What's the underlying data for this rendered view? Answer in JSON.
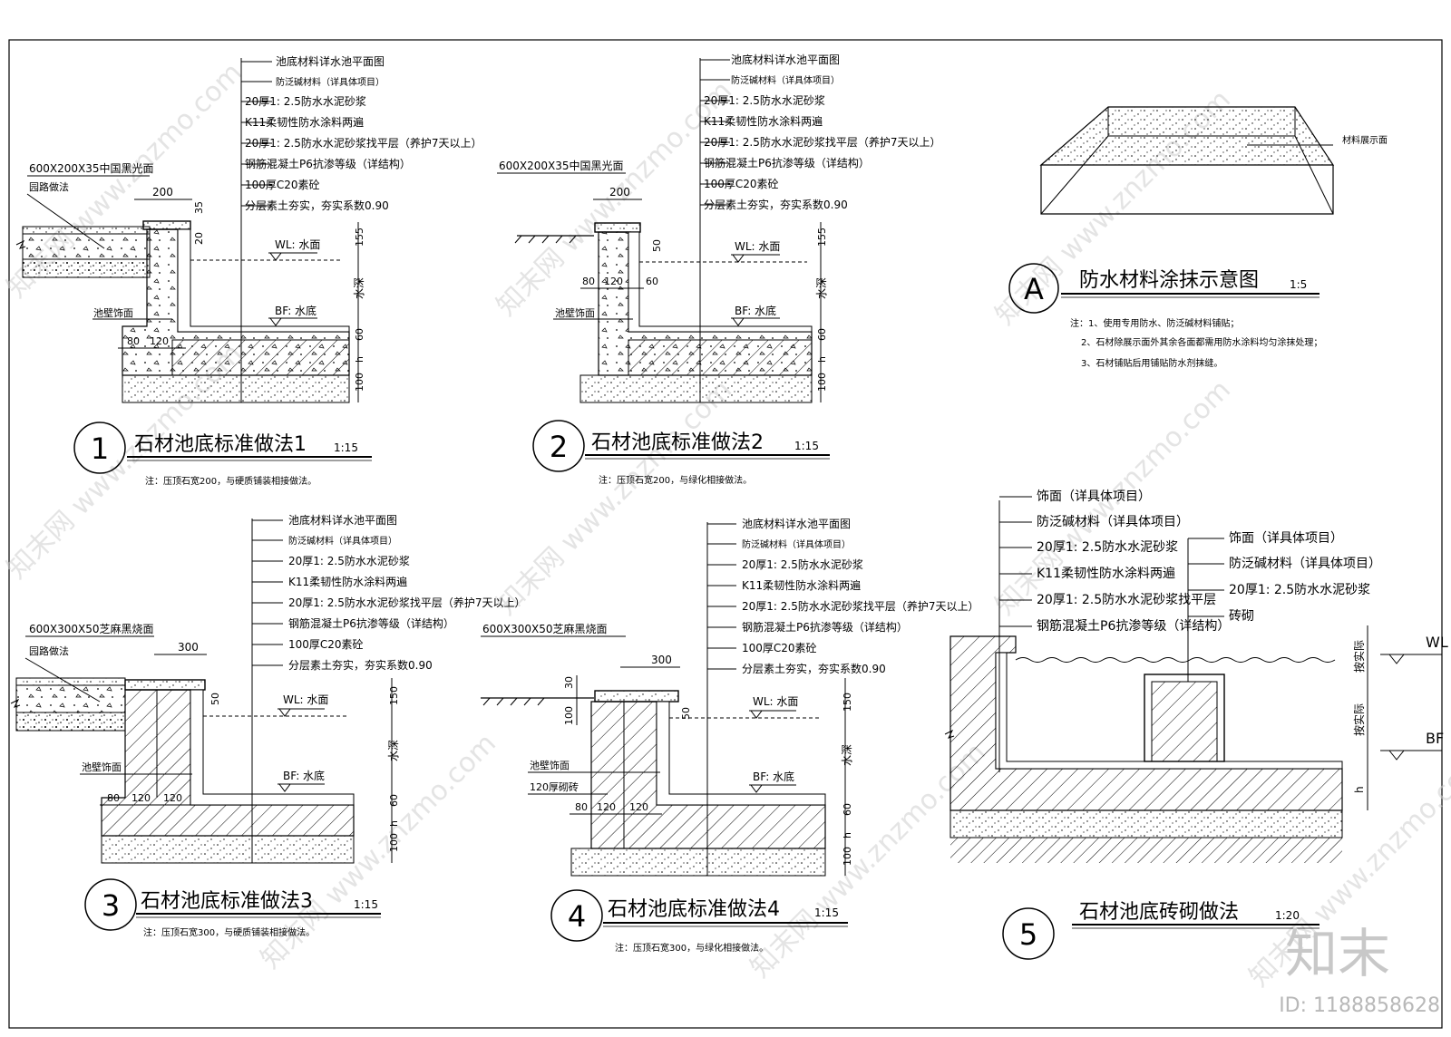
{
  "d1": {
    "num": "1",
    "title": "石材池底标准做法1",
    "scale": "1:15",
    "note": "注：压顶石宽200，与硬质铺装相接做法。",
    "stone": "600X200X35中国黑光面",
    "road": "园路做法",
    "wall": "池壁饰面",
    "wl": "WL: 水面",
    "bf": "BF: 水底",
    "depth": "水深",
    "dims": {
      "a": "200",
      "b": "35",
      "c": "20",
      "d": "155",
      "e": "60",
      "f": "h",
      "g": "100",
      "h": "80",
      "i": "120"
    },
    "labels": [
      "池底材料详水池平面图",
      "防泛碱材料（详具体项目）",
      "20厚1: 2.5防水水泥砂浆",
      "K11柔韧性防水涂料两遍",
      "20厚1: 2.5防水水泥砂浆找平层（养护7天以上）",
      "钢筋混凝土P6抗渗等级（详结构）",
      "100厚C20素砼",
      "分层素土夯实，夯实系数0.90"
    ]
  },
  "d2": {
    "num": "2",
    "title": "石材池底标准做法2",
    "scale": "1:15",
    "note": "注：压顶石宽200，与绿化相接做法。",
    "stone": "600X200X35中国黑光面",
    "wall": "池壁饰面",
    "wl": "WL: 水面",
    "bf": "BF: 水底",
    "depth": "水深",
    "dims": {
      "a": "200",
      "b": "50",
      "c": "155",
      "d": "60",
      "e": "h",
      "f": "100",
      "g": "80",
      "h": "120",
      "i": "60"
    },
    "labels": [
      "池底材料详水池平面图",
      "防泛碱材料（详具体项目）",
      "20厚1: 2.5防水水泥砂浆",
      "K11柔韧性防水涂料两遍",
      "20厚1: 2.5防水水泥砂浆找平层（养护7天以上）",
      "钢筋混凝土P6抗渗等级（详结构）",
      "100厚C20素砼",
      "分层素土夯实，夯实系数0.90"
    ]
  },
  "dA": {
    "num": "A",
    "title": "防水材料涂抹示意图",
    "scale": "1:5",
    "label": "材料展示面",
    "notes": [
      "注：1、使用专用防水、防泛碱材料铺贴；",
      "2、石材除展示面外其余各面都需用防水涂料均匀涂抹处理；",
      "3、石材铺贴后用铺贴防水剂抹缝。"
    ]
  },
  "d3": {
    "num": "3",
    "title": "石材池底标准做法3",
    "scale": "1:15",
    "note": "注：压顶石宽300，与硬质铺装相接做法。",
    "stone": "600X300X50芝麻黑烧面",
    "road": "园路做法",
    "wall": "池壁饰面",
    "wl": "WL: 水面",
    "bf": "BF: 水底",
    "depth": "水深",
    "dims": {
      "a": "300",
      "b": "50",
      "c": "150",
      "d": "60",
      "e": "h",
      "f": "100",
      "g": "80",
      "h": "120",
      "i": "120"
    },
    "labels": [
      "池底材料详水池平面图",
      "防泛碱材料（详具体项目）",
      "20厚1: 2.5防水水泥砂浆",
      "K11柔韧性防水涂料两遍",
      "20厚1: 2.5防水水泥砂浆找平层（养护7天以上）",
      "钢筋混凝土P6抗渗等级（详结构）",
      "100厚C20素砼",
      "分层素土夯实，夯实系数0.90"
    ]
  },
  "d4": {
    "num": "4",
    "title": "石材池底标准做法4",
    "scale": "1:15",
    "note": "注：压顶石宽300，与绿化相接做法。",
    "stone": "600X300X50芝麻黑烧面",
    "wall": "池壁饰面",
    "brick": "120厚砌砖",
    "wl": "WL: 水面",
    "bf": "BF: 水底",
    "depth": "水深",
    "dims": {
      "a": "300",
      "b": "30",
      "c": "100",
      "d": "50",
      "e": "150",
      "f": "60",
      "g": "h",
      "h": "100",
      "i": "80",
      "j": "120",
      "k": "120"
    },
    "labels": [
      "池底材料详水池平面图",
      "防泛碱材料（详具体项目）",
      "20厚1: 2.5防水水泥砂浆",
      "K11柔韧性防水涂料两遍",
      "20厚1: 2.5防水水泥砂浆找平层（养护7天以上）",
      "钢筋混凝土P6抗渗等级（详结构）",
      "100厚C20素砼",
      "分层素土夯实，夯实系数0.90"
    ]
  },
  "d5": {
    "num": "5",
    "title": "石材池底砖砌做法",
    "scale": "1:20",
    "labelsLeft": [
      "饰面（详具体项目）",
      "防泛碱材料（详具体项目）",
      "20厚1: 2.5防水水泥砂浆",
      "K11柔韧性防水涂料两遍",
      "20厚1: 2.5防水水泥砂浆找平层",
      "钢筋混凝土P6抗渗等级（详结构）"
    ],
    "labelsRight": [
      "饰面（详具体项目）",
      "防泛碱材料（详具体项目）",
      "20厚1: 2.5防水水泥砂浆",
      "砖砌"
    ],
    "wl": "WL",
    "bf": "BF",
    "v1": "按实际",
    "v2": "按实际",
    "v3": "h"
  },
  "watermark": {
    "logo": "知末",
    "id": "ID: 1188858628"
  }
}
